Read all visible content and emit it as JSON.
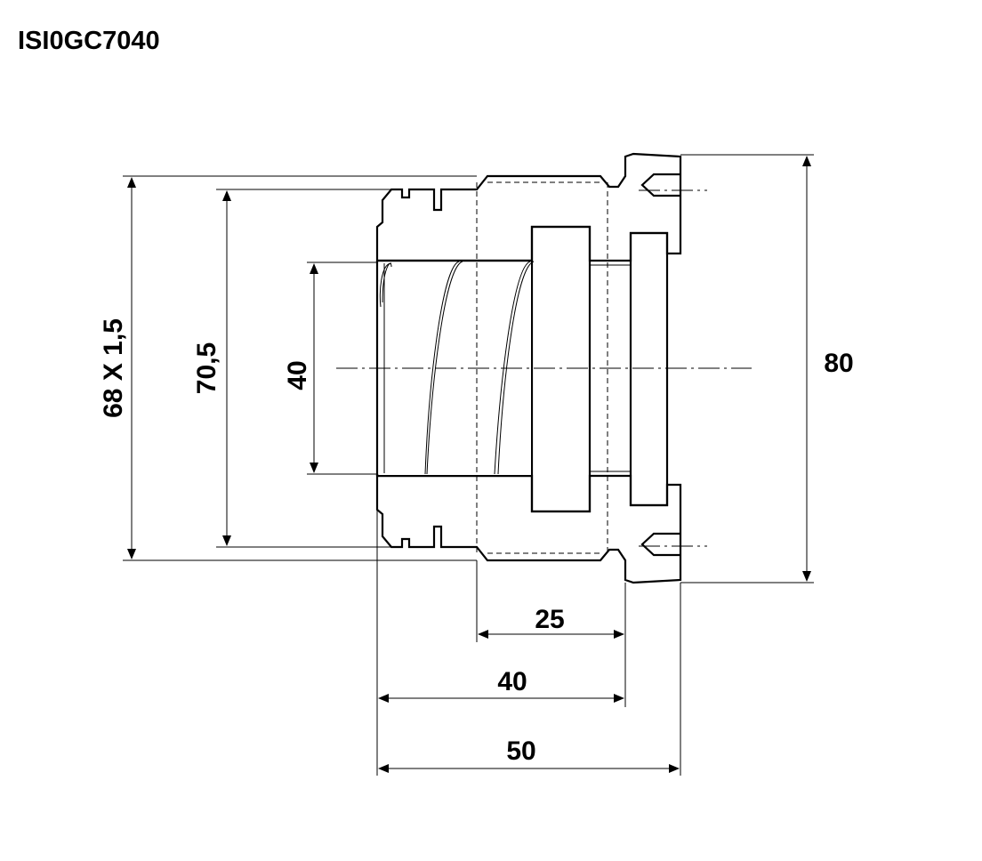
{
  "title": "ISI0GC7040",
  "dimensions": {
    "thread": "68 X 1,5",
    "outer_inner": "70,5",
    "bore": "40",
    "flange": "80",
    "depth_25": "25",
    "depth_40": "40",
    "length_50": "50"
  }
}
